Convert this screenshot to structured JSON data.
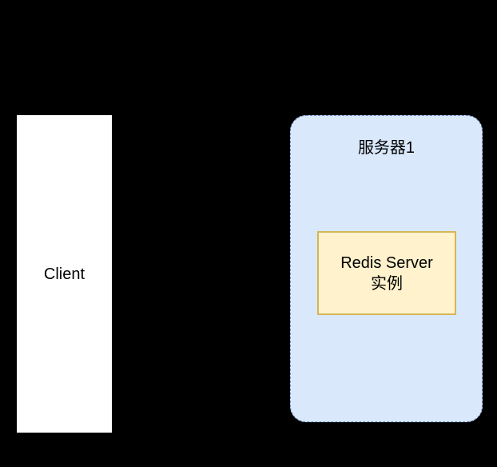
{
  "diagram": {
    "title": "Redis single instance deployment diagram",
    "background_color": "#000000",
    "nodes": {
      "client": {
        "label": "Client",
        "fill_color": "#ffffff",
        "text_color": "#000000"
      },
      "server": {
        "title": "服务器1",
        "fill_color": "#dae8fc",
        "border_color": "#6c8ebf",
        "border_style": "dashed",
        "text_color": "#000000"
      },
      "redis_instance": {
        "line1": "Redis Server",
        "line2": "实例",
        "fill_color": "#fff2cc",
        "border_color": "#d6b656",
        "text_color": "#000000"
      }
    },
    "edges": [
      {
        "from": "client",
        "to": "redis_instance",
        "label": "",
        "color": "#000000",
        "arrowhead": "filled-triangle",
        "direction": "right"
      }
    ]
  }
}
